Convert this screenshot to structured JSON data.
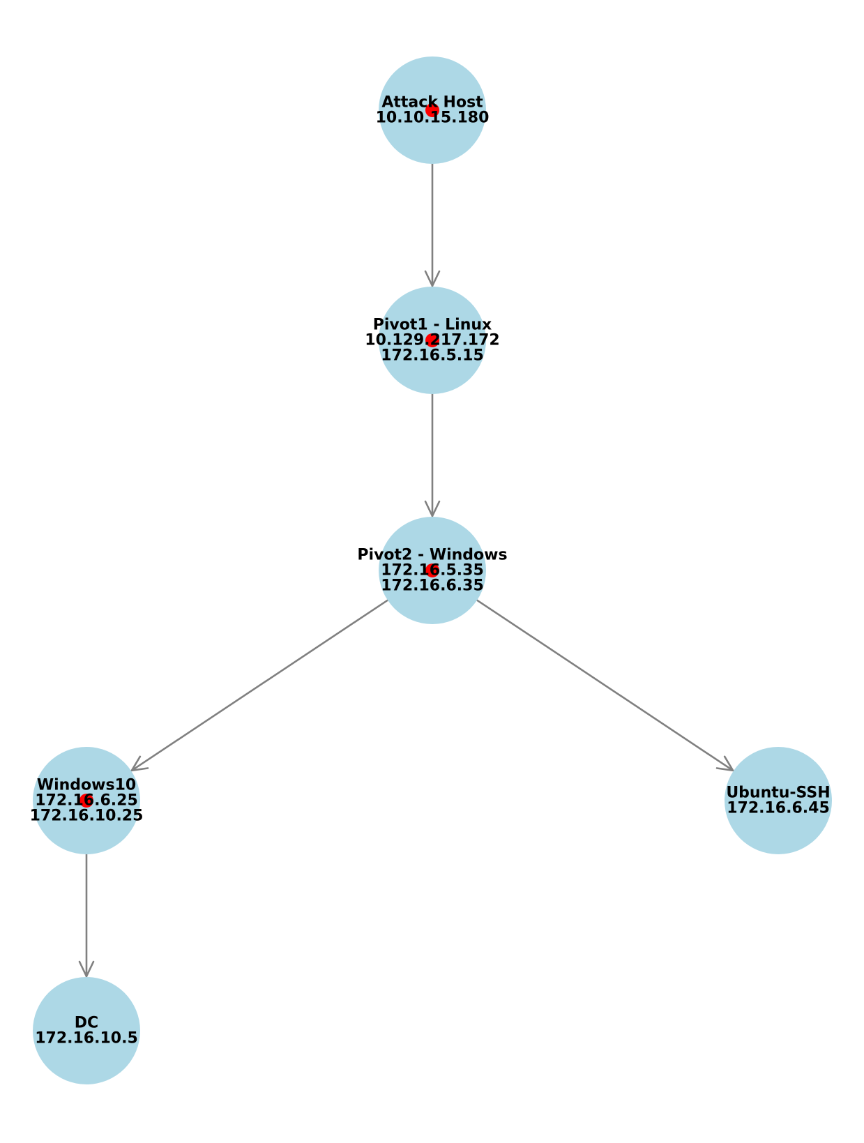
{
  "colors": {
    "node_fill": "#add8e6",
    "marker": "#ff0000",
    "edge": "#808080",
    "text": "#000000",
    "background": "#ffffff"
  },
  "nodes": [
    {
      "id": "attack",
      "lines": [
        "Attack Host",
        "10.10.15.180"
      ],
      "marker": true
    },
    {
      "id": "pivot1",
      "lines": [
        "Pivot1 - Linux",
        "10.129.217.172",
        "172.16.5.15"
      ],
      "marker": true
    },
    {
      "id": "pivot2",
      "lines": [
        "Pivot2 - Windows",
        "172.16.5.35",
        "172.16.6.35"
      ],
      "marker": true
    },
    {
      "id": "win10",
      "lines": [
        "Windows10",
        "172.16.6.25",
        "172.16.10.25"
      ],
      "marker": true
    },
    {
      "id": "ubuntu",
      "lines": [
        "Ubuntu-SSH",
        "172.16.6.45"
      ],
      "marker": false
    },
    {
      "id": "dc",
      "lines": [
        "DC",
        "172.16.10.5"
      ],
      "marker": false
    }
  ],
  "edges": [
    {
      "from": "attack",
      "to": "pivot1"
    },
    {
      "from": "pivot1",
      "to": "pivot2"
    },
    {
      "from": "pivot2",
      "to": "win10"
    },
    {
      "from": "pivot2",
      "to": "ubuntu"
    },
    {
      "from": "win10",
      "to": "dc"
    }
  ]
}
